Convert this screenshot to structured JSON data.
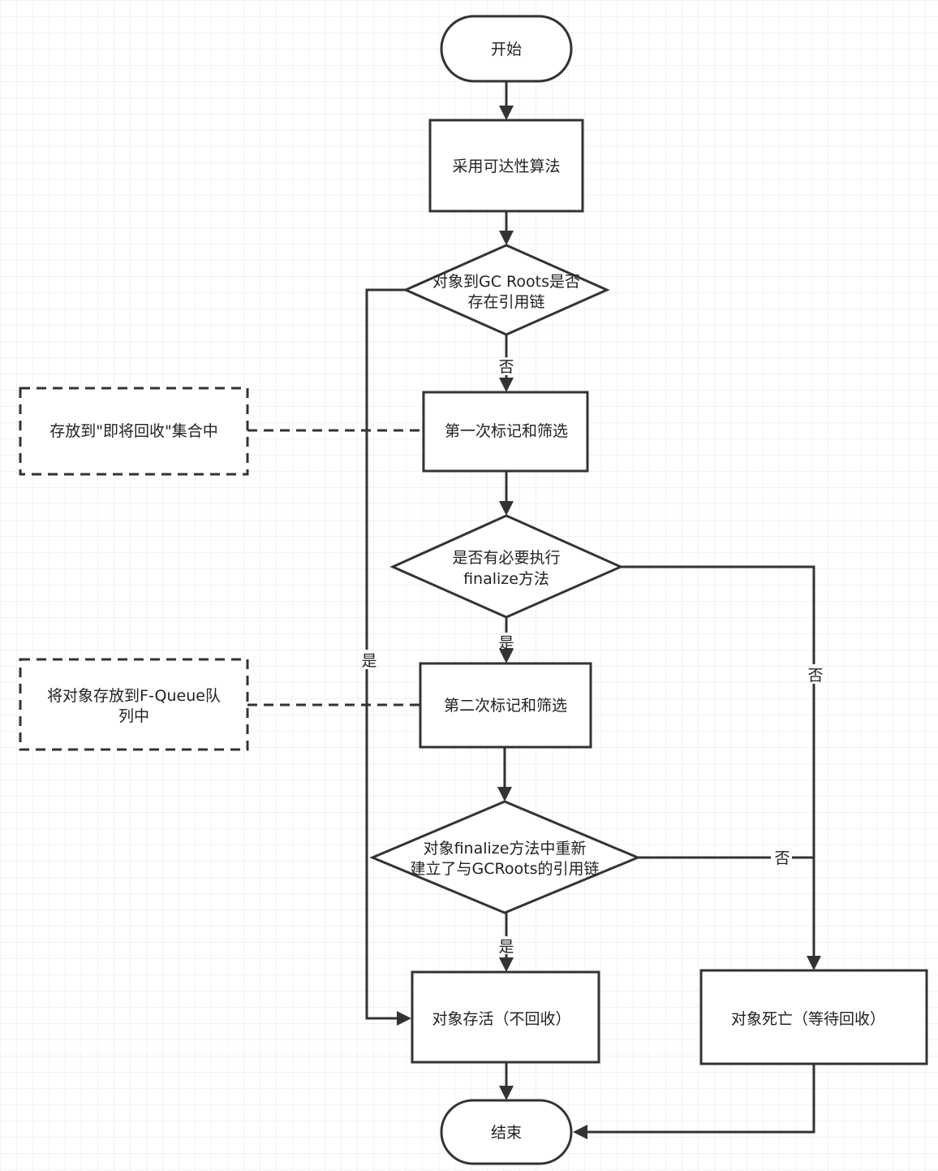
{
  "nodes": {
    "start": "开始",
    "reach_algo": "采用可达性算法",
    "gc_roots_check": [
      "对象到GC Roots是否",
      "存在引用链"
    ],
    "first_mark": "第一次标记和筛选",
    "finalize_needed": [
      "是否有必要执行",
      "finalize方法"
    ],
    "second_mark": "第二次标记和筛选",
    "rebuild_ref": [
      "对象finalize方法中重新",
      "建立了与GCRoots的引用链"
    ],
    "survive": "对象存活（不回收）",
    "dead": "对象死亡（等待回收）",
    "end": "结束",
    "note_collect_set": "存放到\"即将回收\"集合中",
    "note_fqueue": [
      "将对象存放到F-Queue队",
      "列中"
    ]
  },
  "edge_labels": {
    "roots_no": "否",
    "roots_yes": "是",
    "finalize_yes": "是",
    "finalize_no": "否",
    "rebuild_no": "否",
    "rebuild_yes": "是"
  },
  "colors": {
    "stroke": "#333333",
    "text": "#222222",
    "grid": "#e2e2e2",
    "background": "#ffffff"
  }
}
